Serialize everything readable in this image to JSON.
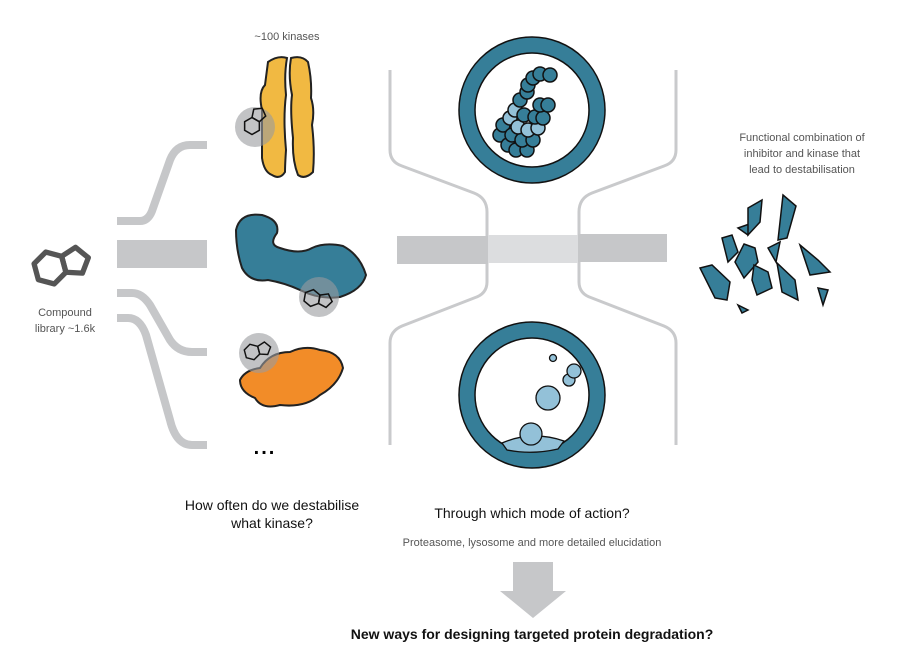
{
  "labels": {
    "compound_library": [
      "Compound",
      "library ~1.6k"
    ],
    "kinases": "~100 kinases",
    "ellipsis": "...",
    "outcome": [
      "Functional combination of",
      "inhibitor and kinase that",
      "lead to destabilisation"
    ],
    "question_frequency": [
      "How often do we destabilise",
      "what kinase?"
    ],
    "question_mode": "Through which mode of action?",
    "mode_detail": "Proteasome, lysosome and more detailed elucidation",
    "conclusion": "New ways for designing targeted protein degradation?"
  },
  "colors": {
    "teal": "#367e98",
    "light_blue": "#93c1d8",
    "yellow": "#f1b942",
    "orange": "#f28c28",
    "gray": "#c6c7c9",
    "dark_gray": "#555555"
  },
  "icons": [
    "compound-icon",
    "kinase-dimer-icon",
    "kinase-teal-icon",
    "kinase-orange-icon",
    "proteasome-icon",
    "lysosome-icon",
    "fragments-icon",
    "down-arrow-icon"
  ]
}
